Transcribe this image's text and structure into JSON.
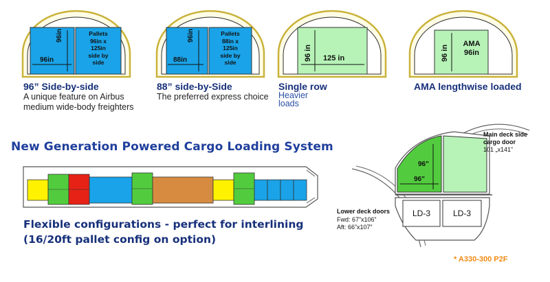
{
  "configs": [
    {
      "title": "96” Side-by-side",
      "subtitle_lines": [
        "A unique feature on Airbus",
        "medium wide-body freighters"
      ],
      "width_label": "96in",
      "height_label": "96in",
      "pallet_lines": [
        "Pallets",
        "96in x",
        "125in",
        "side by",
        "side"
      ]
    },
    {
      "title": "88” side-by-Side",
      "subtitle_lines": [
        "The preferred express choice"
      ],
      "width_label": "88in",
      "height_label": "96in",
      "pallet_lines": [
        "Pallets",
        "88in x",
        "125in",
        "side by",
        "side"
      ]
    },
    {
      "title": "Single row",
      "subtitle_lines": [
        "Heavier",
        "loads"
      ],
      "width_label": "125 in",
      "height_label": "96 in"
    },
    {
      "title": "AMA lengthwise loaded",
      "height_label": "96 in",
      "box_lines": [
        "AMA",
        "96in"
      ]
    }
  ],
  "headline": "New Generation Powered Cargo Loading System",
  "flex_lines": [
    "Flexible configurations - perfect for interlining",
    "(16/20ft pallet config on option)"
  ],
  "cross_section": {
    "main_door_lines": [
      "Main deck side",
      "cargo door",
      "101 „x141”"
    ],
    "height_label": "96\"",
    "width_label": "96\"",
    "lower_deck_title": "Lower deck doors",
    "lower_deck_lines": [
      "Fwd: 67”x106”",
      "Aft: 66”x107”"
    ],
    "ld_labels": [
      "LD-3",
      "LD-3"
    ]
  },
  "footnote": "* A330-300 P2F",
  "colors": {
    "title_blue": "#17307a",
    "headline_blue": "#1f3f9c",
    "cargo_blue": "#1aa3e8",
    "light_green": "#b7f2b7",
    "green": "#52cc3e",
    "red": "#e62216",
    "orange": "#d78b41",
    "yellow": "#fff200",
    "fuselage_outline": "#c9b23a",
    "accent_orange": "#f08a12"
  }
}
